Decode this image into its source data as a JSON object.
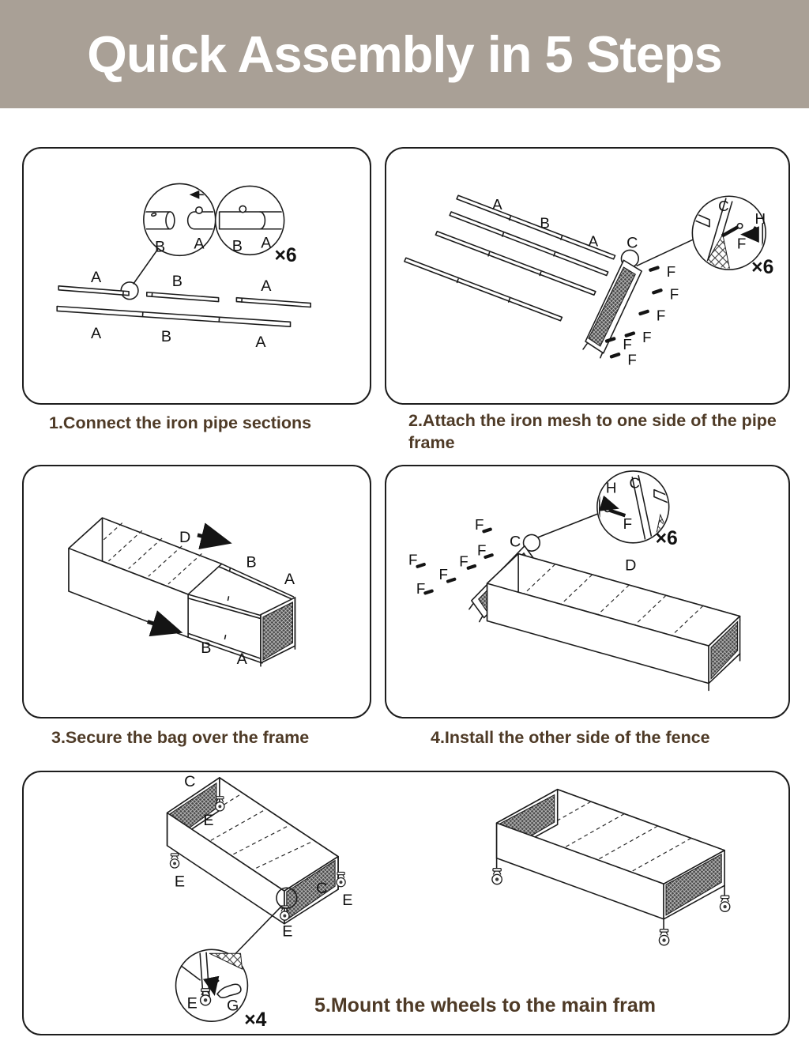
{
  "title": "Quick Assembly in 5 Steps",
  "colors": {
    "banner_bg": "#a9a096",
    "caption_text": "#4e3a26",
    "line": "#1c1c1c"
  },
  "steps": [
    {
      "caption": "1.Connect the iron pipe sections",
      "multiplier": "×6",
      "zoom_labels": [
        "B",
        "A",
        "B",
        "A"
      ],
      "row1_labels": [
        "A",
        "B",
        "A"
      ],
      "row2_labels": [
        "A",
        "B",
        "A"
      ]
    },
    {
      "caption": "2.Attach the iron mesh to one side of the pipe frame",
      "multiplier": "×6",
      "pipe_labels": [
        "A",
        "B",
        "A"
      ],
      "mesh_label": "C",
      "detail": {
        "corner": "C",
        "tool": "H",
        "screw": "F"
      },
      "screw_labels": [
        "F",
        "F",
        "F",
        "F",
        "F",
        "F"
      ]
    },
    {
      "caption": "3.Secure the bag over the frame",
      "bag_label": "D",
      "top_rail_labels": [
        "B",
        "A"
      ],
      "bottom_rail_labels": [
        "B",
        "A"
      ]
    },
    {
      "caption": "4.Install the other side of the fence",
      "multiplier": "×6",
      "screw_labels": [
        "F",
        "F",
        "F",
        "F",
        "F",
        "F"
      ],
      "mesh_label": "C",
      "detail": {
        "corner": "C",
        "tool": "H",
        "screw": "F"
      },
      "bag_label": "D"
    },
    {
      "caption": "5.Mount the wheels to the main fram",
      "multiplier": "×4",
      "mesh_label_top": "C",
      "mesh_label_bottom": "C",
      "wheel_labels": [
        "E",
        "E",
        "E",
        "E"
      ],
      "detail": {
        "wheel": "E",
        "tool": "G"
      }
    }
  ]
}
